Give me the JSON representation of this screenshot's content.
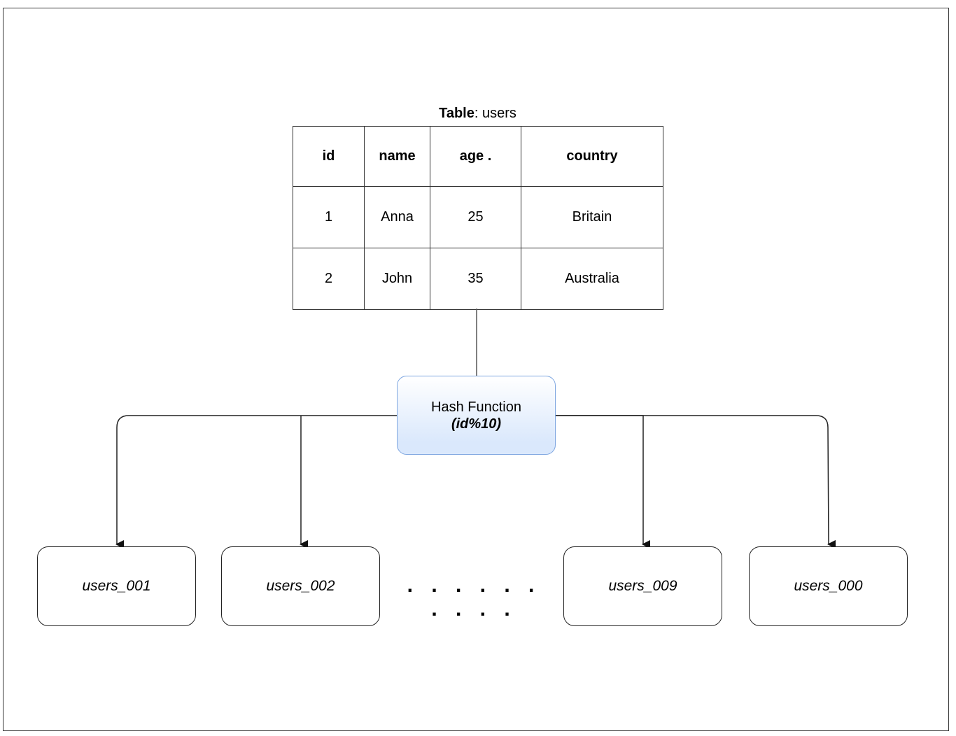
{
  "table": {
    "caption_label": "Table",
    "caption_name": ": users",
    "columns": [
      "id",
      "name",
      "age .",
      "country"
    ],
    "rows": [
      [
        "1",
        "Anna",
        "25",
        "Britain"
      ],
      [
        "2",
        "John",
        "35",
        "Australia"
      ]
    ]
  },
  "hash": {
    "label": "Hash Function",
    "formula": "(id%10)"
  },
  "partitions": [
    "users_001",
    "users_002",
    "users_009",
    "users_000"
  ],
  "ellipsis": ". . . . . . . . . .",
  "colors": {
    "hash_border": "#7ea6e0",
    "hash_fill": "#dae8fc",
    "stroke": "#222222"
  }
}
